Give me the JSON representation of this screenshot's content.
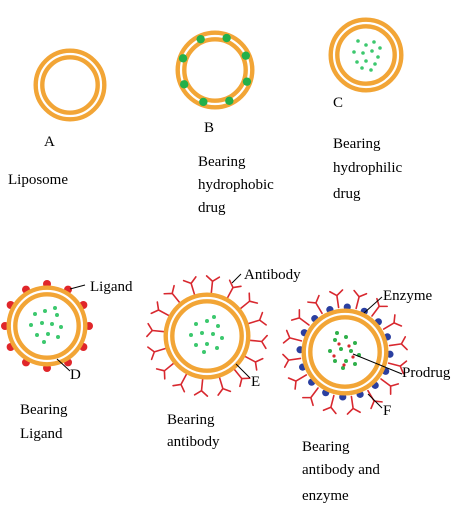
{
  "colors": {
    "membrane": "#f2a536",
    "membrane_gap": "#ffffff",
    "hydrophobic_drug": "#22b04a",
    "hydrophilic_drug": "#3cc86e",
    "ligand": "#e0262a",
    "antibody": "#d8282f",
    "enzyme": "#2a3fa0",
    "prodrug": "#2fb04a"
  },
  "panels": {
    "a": {
      "letter": "A",
      "caption": [
        "Liposome"
      ]
    },
    "b": {
      "letter": "B",
      "caption": [
        "Bearing",
        "hydrophobic",
        "drug"
      ]
    },
    "c": {
      "letter": "C",
      "caption": [
        "Bearing",
        "hydrophilic",
        "drug"
      ]
    },
    "d": {
      "letter": "D",
      "caption": [
        "Bearing",
        "Ligand"
      ],
      "callout": "Ligand"
    },
    "e": {
      "letter": "E",
      "caption": [
        "Bearing",
        "antibody"
      ],
      "callout": "Antibody"
    },
    "f": {
      "letter": "F",
      "caption": [
        "Bearing",
        "antibody and",
        "enzyme"
      ],
      "callout_enzyme": "Enzyme",
      "callout_prodrug": "Prodrug"
    }
  }
}
